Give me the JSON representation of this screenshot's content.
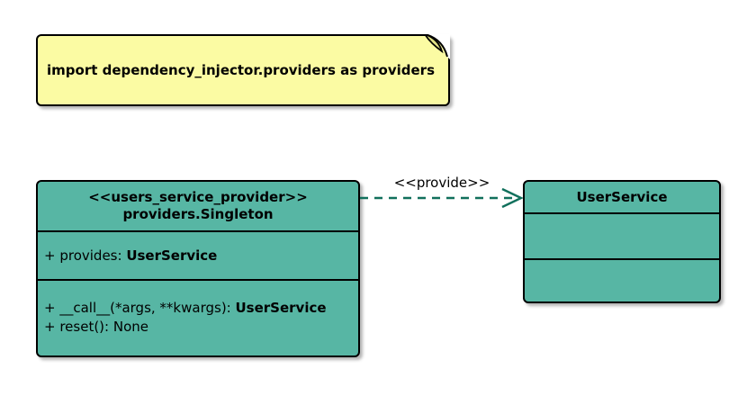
{
  "diagram": {
    "note": {
      "text": "import dependency_injector.providers as providers"
    },
    "provider_class": {
      "stereotype": "<<users_service_provider>>",
      "name": "providers.Singleton",
      "attributes": [
        {
          "prefix": "+ provides: ",
          "type": "UserService"
        }
      ],
      "methods": [
        {
          "prefix": "+ __call__(*args, **kwargs): ",
          "type": "UserService"
        },
        {
          "prefix": "+ reset(): None",
          "type": ""
        }
      ]
    },
    "service_class": {
      "name": "UserService",
      "empty_compartments": 2
    },
    "arrow": {
      "label": "<<provide>>",
      "style": "dashed",
      "direction": "left-to-right"
    },
    "colors": {
      "background": "#FFFFFF",
      "class_fill": "#57B6A4",
      "note_fill": "#FBFBA3",
      "note_fold_fill": "#E3E387",
      "border": "#000000",
      "arrow": "#11705C",
      "text": "#000000"
    }
  }
}
